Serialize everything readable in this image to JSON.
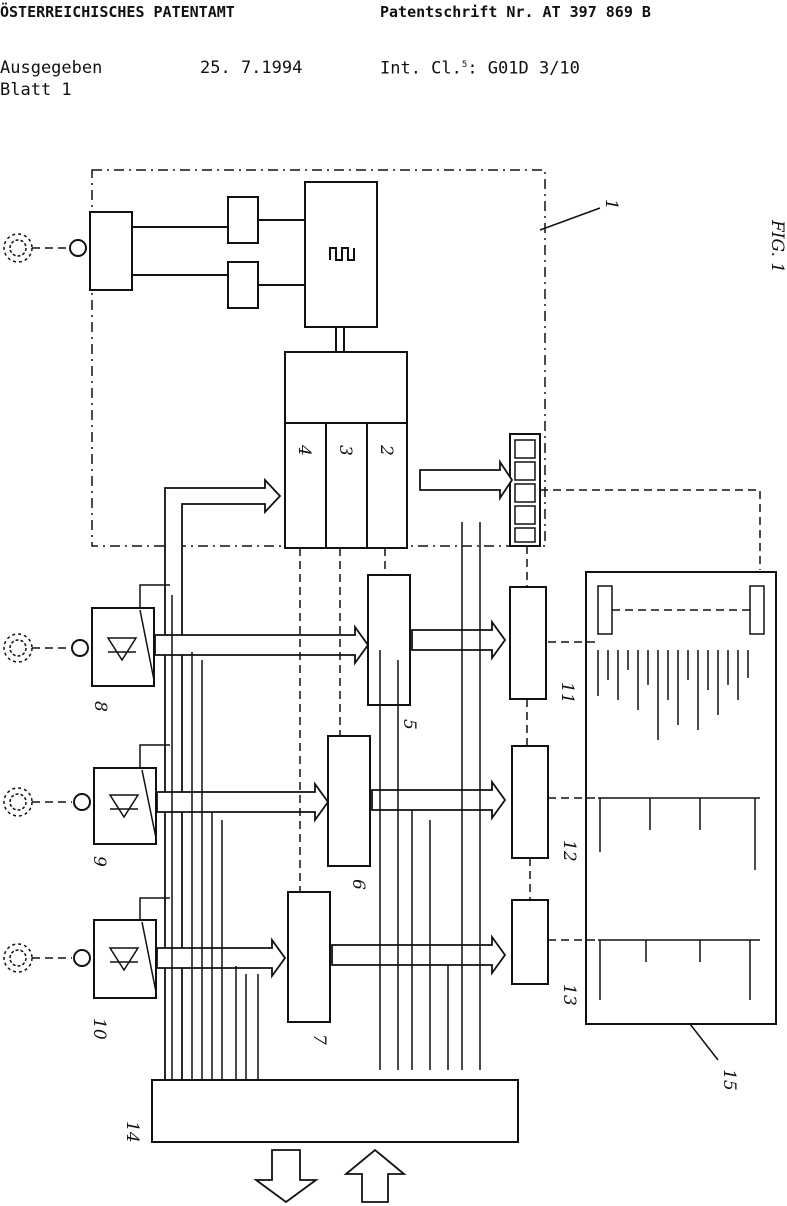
{
  "header": {
    "office": "ÖSTERREICHISCHES PATENTAMT",
    "patent_label": "Patentschrift Nr. AT 397 869 B",
    "issued_label": "Ausgegeben",
    "issued_date": "25. 7.1994",
    "int_cl": "Int. Cl.",
    "int_cl_sup": "5",
    "int_cl_value": ": G01D 3/10",
    "sheet": "Blatt 1"
  },
  "figure": {
    "title": "FIG. 1",
    "labels": {
      "l1": "1",
      "l2": "2",
      "l3": "3",
      "l4": "4",
      "l5": "5",
      "l6": "6",
      "l7": "7",
      "l8": "8",
      "l9": "9",
      "l10": "10",
      "l11": "11",
      "l12": "12",
      "l13": "13",
      "l14": "14",
      "l15": "15"
    }
  }
}
